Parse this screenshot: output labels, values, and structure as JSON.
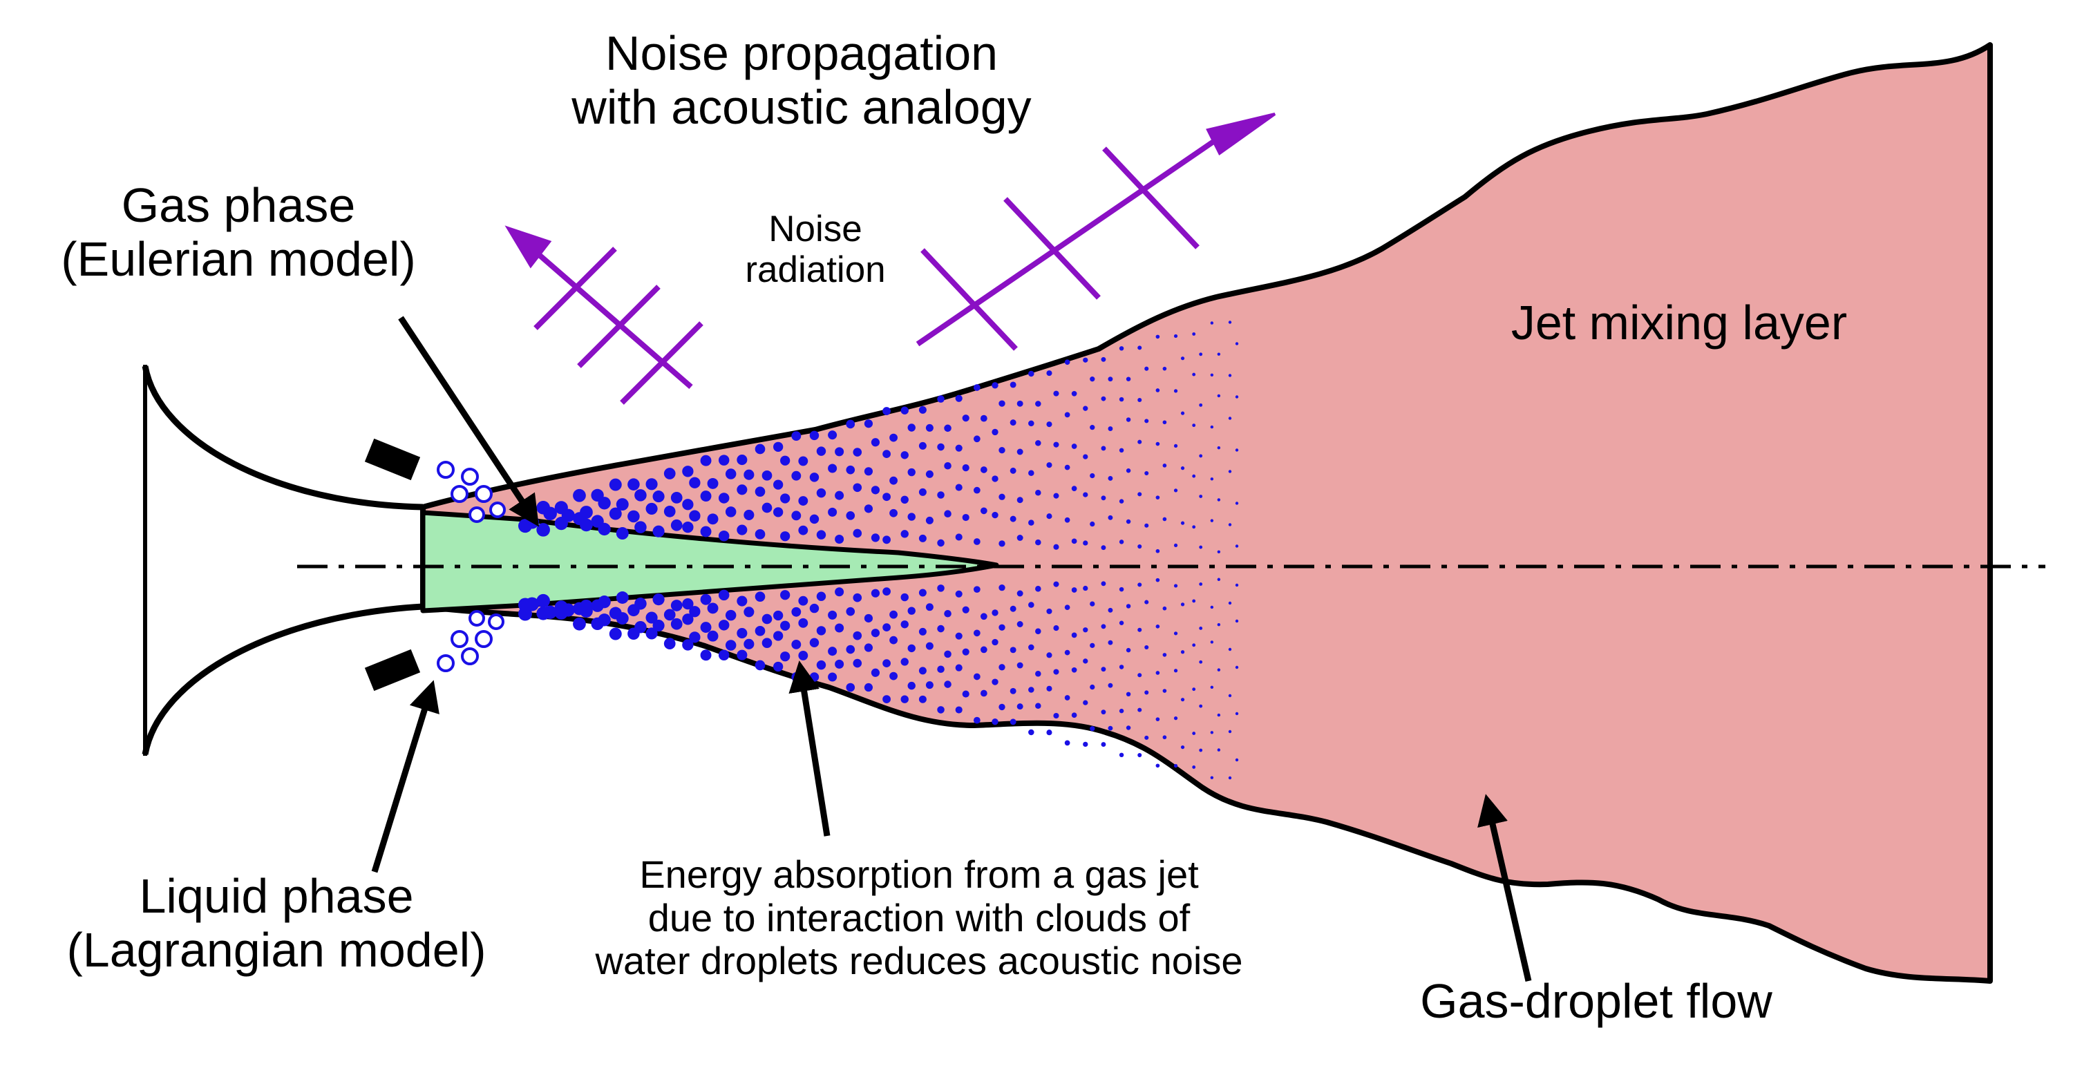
{
  "labels": {
    "noise_propagation": [
      "Noise propagation",
      "with acoustic analogy"
    ],
    "gas_phase": [
      "Gas phase",
      "(Eulerian model)"
    ],
    "noise_radiation": [
      "Noise",
      "radiation"
    ],
    "jet_mixing_layer": "Jet mixing layer",
    "liquid_phase": [
      "Liquid phase",
      "(Lagrangian model)"
    ],
    "energy_absorption": [
      "Energy absorption from a gas jet",
      "due to interaction with clouds of",
      "water droplets reduces acoustic noise"
    ],
    "gas_droplet_flow": "Gas-droplet flow"
  },
  "colors": {
    "jet_fill": "#eba5a5",
    "core_fill": "#a6eab4",
    "droplets": "#1a10e6",
    "noise_arrows": "#8a10c4",
    "outline": "#000000"
  }
}
